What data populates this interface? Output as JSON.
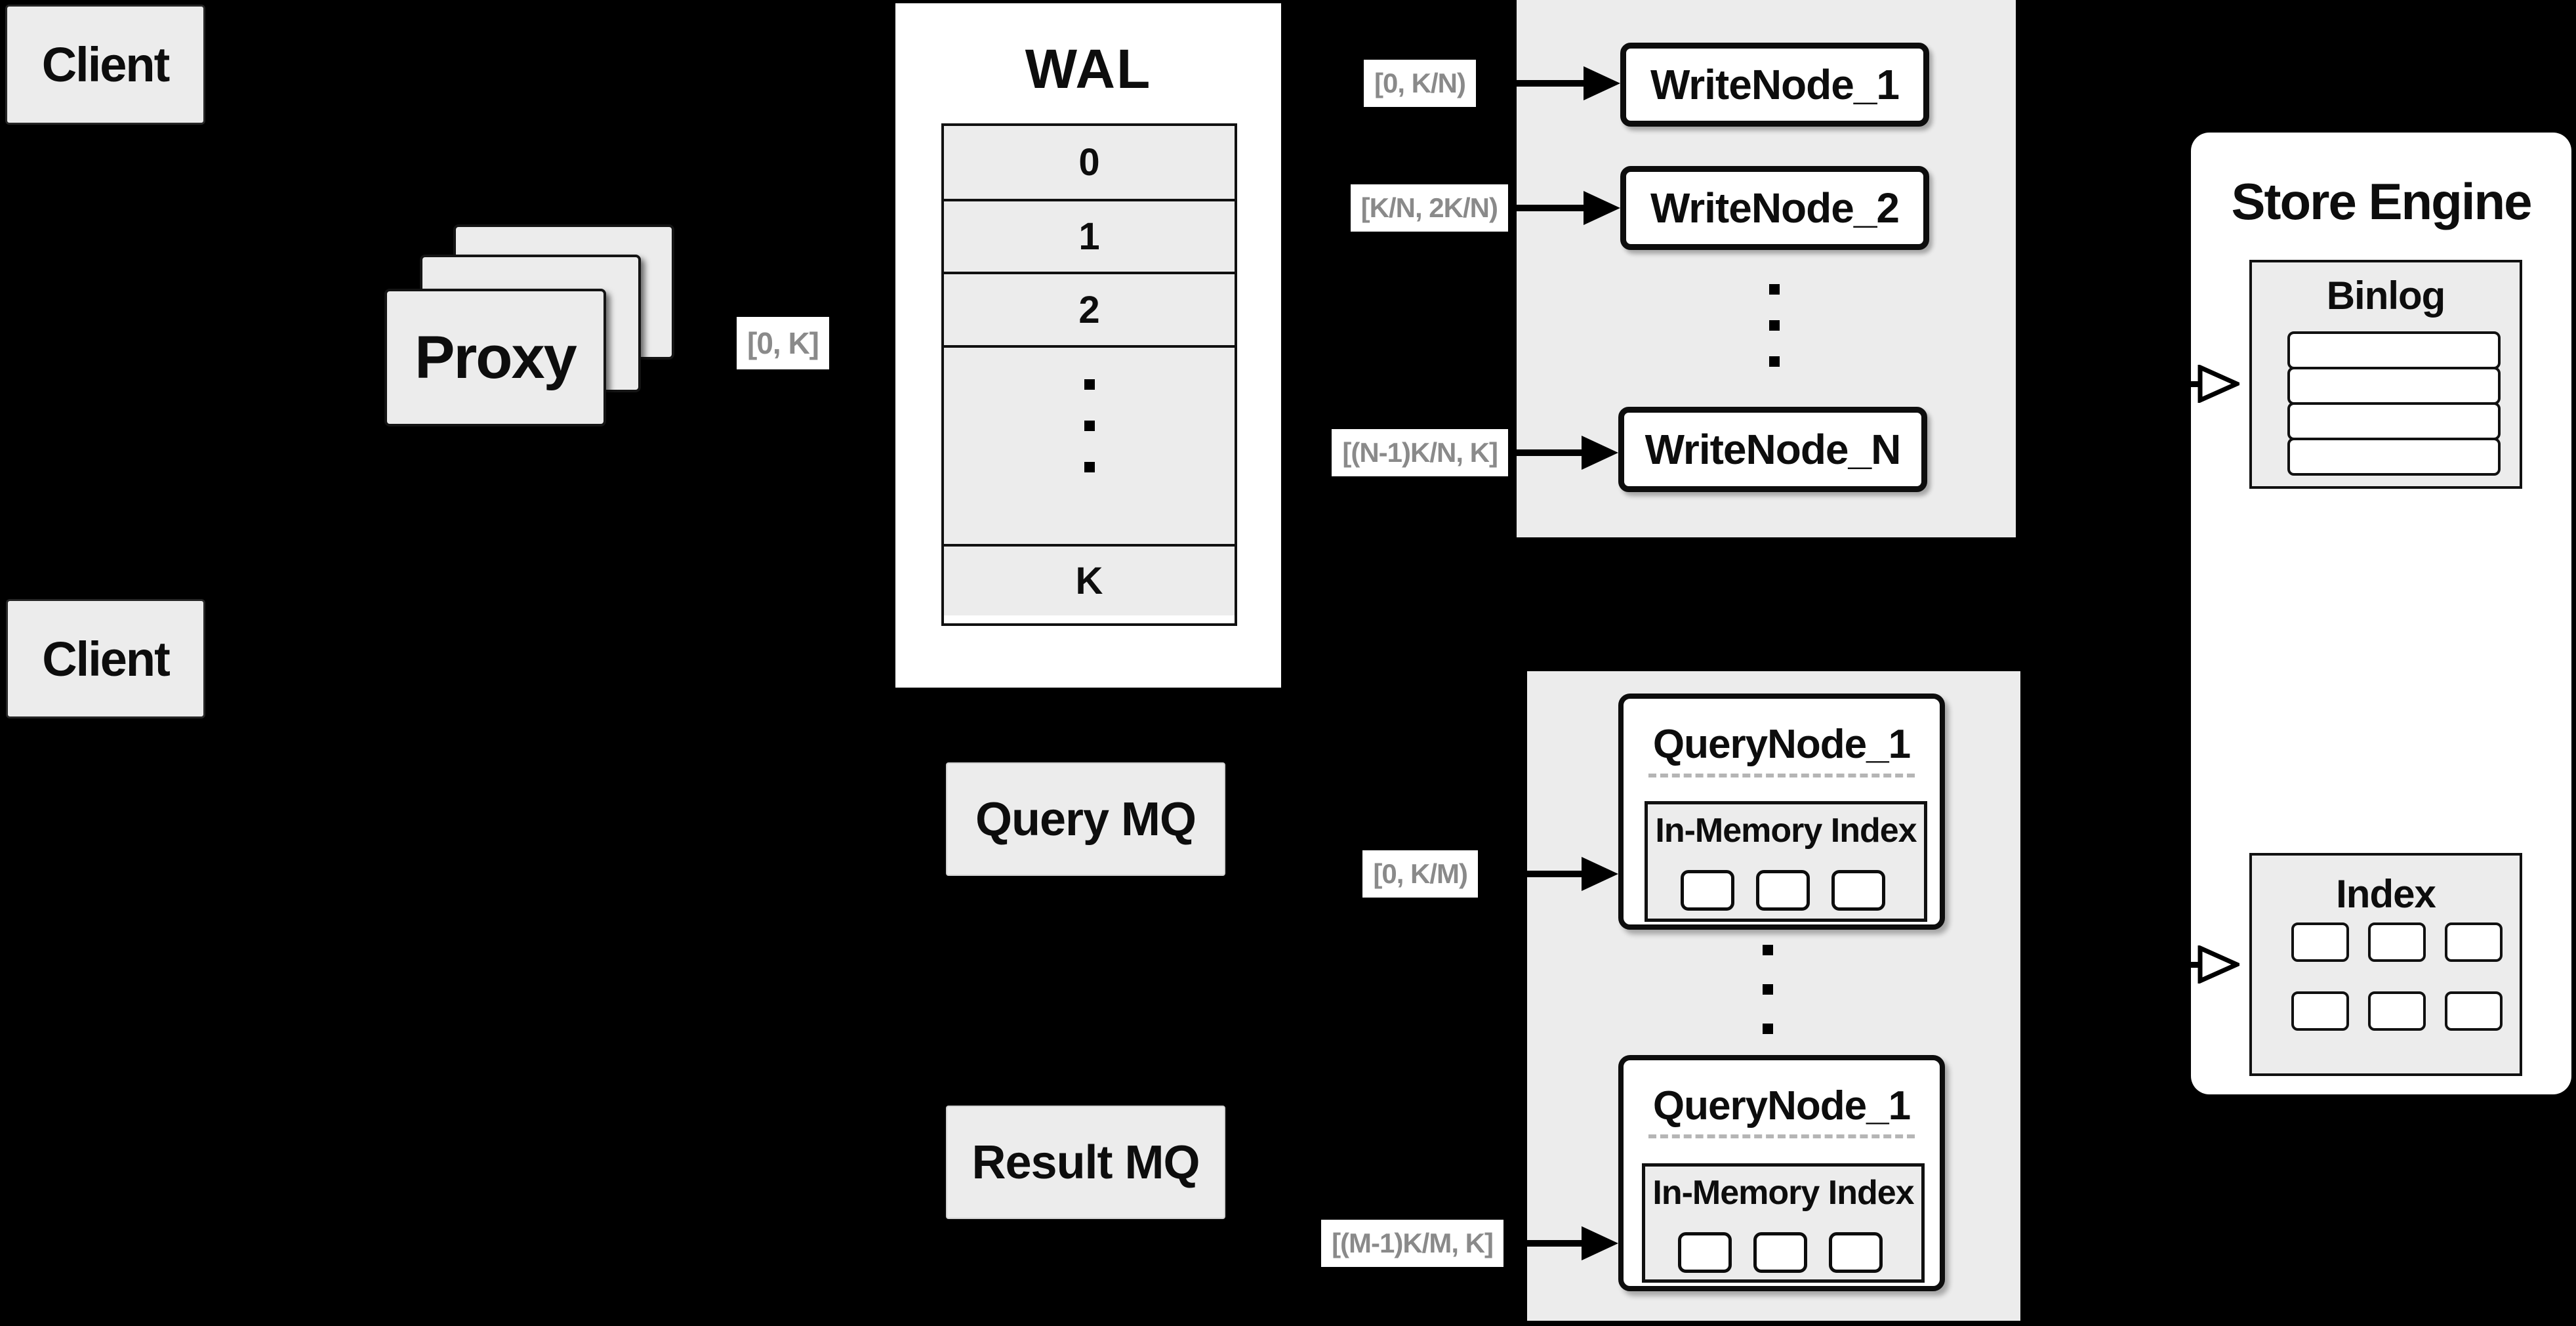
{
  "palette": {
    "background": "#000000",
    "panel_gray": "#ececec",
    "node_white": "#ffffff",
    "line_black": "#0d0d0d",
    "range_label_gray": "#8a8a8a",
    "dash_gray": "#b5b5b5"
  },
  "clients": {
    "top_label": "Client",
    "bottom_label": "Client"
  },
  "proxy": {
    "label": "Proxy",
    "range_out": "[0, K]"
  },
  "wal": {
    "title": "WAL",
    "rows": [
      "0",
      "1",
      "2",
      "K"
    ]
  },
  "write_section": {
    "ranges": {
      "node_1": "[0, K/N)",
      "node_2": "[K/N, 2K/N)",
      "node_n": "[(N-1)K/N, K]"
    },
    "nodes": {
      "node_1": "WriteNode_1",
      "node_2": "WriteNode_2",
      "node_n": "WriteNode_N"
    }
  },
  "mq": {
    "query_label": "Query MQ",
    "result_label": "Result MQ"
  },
  "query_section": {
    "ranges": {
      "node_1": "[0, K/M)",
      "node_m": "[(M-1)K/M, K]"
    },
    "nodes": {
      "top": {
        "title": "QueryNode_1",
        "inmem_title": "In-Memory Index"
      },
      "bottom": {
        "title": "QueryNode_1",
        "inmem_title": "In-Memory Index"
      }
    }
  },
  "store_engine": {
    "title": "Store Engine",
    "binlog_title": "Binlog",
    "index_title": "Index"
  }
}
